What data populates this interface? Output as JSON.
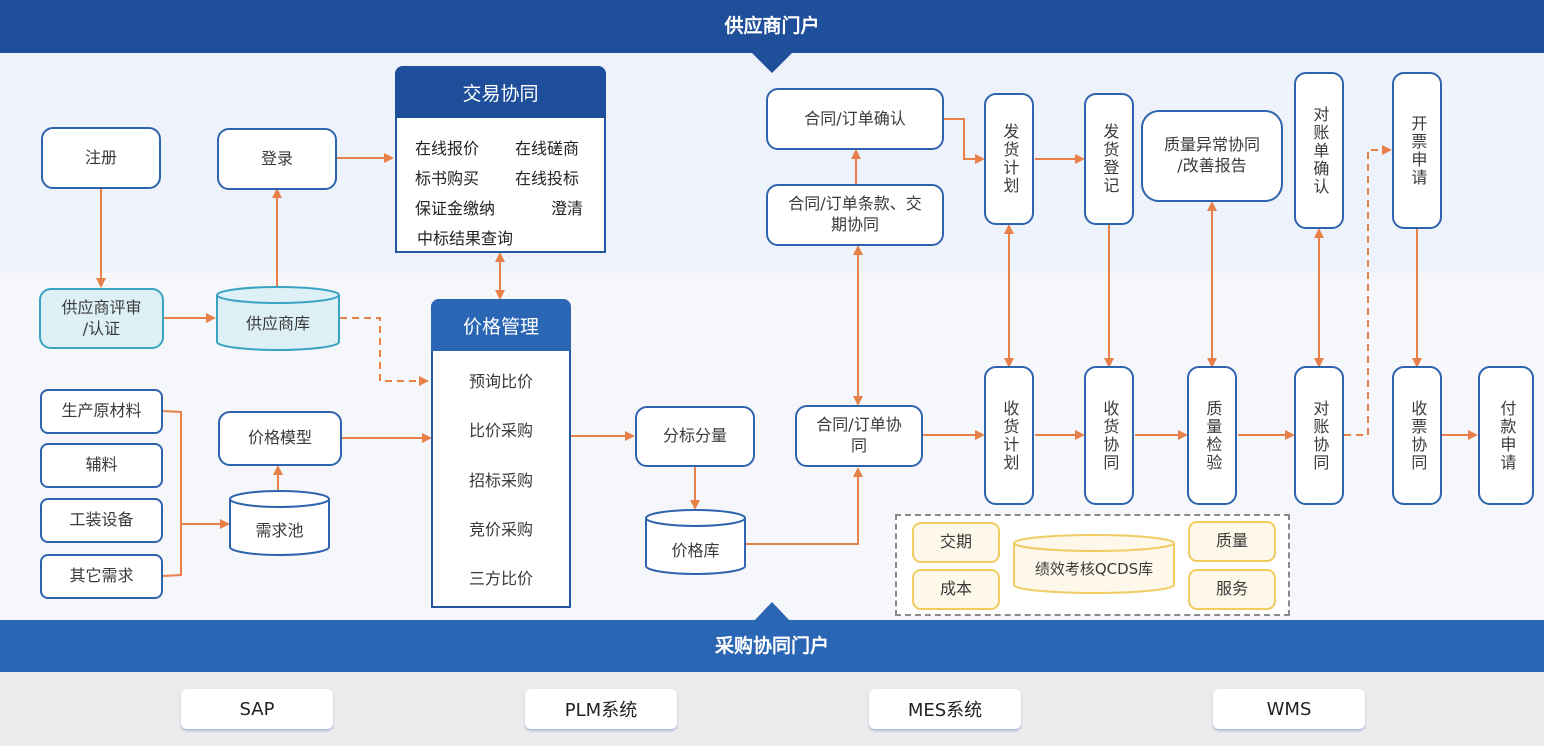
{
  "portals": {
    "supplier_portal": "供应商门户",
    "procurement_portal": "采购协同门户"
  },
  "colors": {
    "top_band": "#1f4f9b",
    "bottom_band": "#2a66b3",
    "box_border": "#2e63ad",
    "arrow": "#e8804a",
    "qcds_border": "#f0cc63",
    "review_fill": "#dcf0f6"
  },
  "supplier_onboarding": {
    "register": "注册",
    "login": "登录",
    "review_certify": "供应商评审\n/认证",
    "supplier_db": "供应商库"
  },
  "trade_collab": {
    "title": "交易协同",
    "items": [
      "在线报价",
      "在线磋商",
      "标书购买",
      "在线投标",
      "保证金缴纳",
      "澄清",
      "中标结果查询"
    ]
  },
  "demand_sources": [
    "生产原材料",
    "辅料",
    "工装设备",
    "其它需求"
  ],
  "price_model": "价格模型",
  "demand_pool": "需求池",
  "price_mgmt": {
    "title": "价格管理",
    "items": [
      "预询比价",
      "比价采购",
      "招标采购",
      "竞价采购",
      "三方比价"
    ]
  },
  "award_split": "分标分量",
  "price_db": "价格库",
  "contract": {
    "confirm": "合同/订单确认",
    "terms": "合同/订单条款、交\n期协同",
    "collab": "合同/订单协\n同"
  },
  "upper_flow": {
    "ship_plan": "发货计划",
    "ship_register": "发货登记",
    "quality_issue": "质量异常协同\n/改善报告",
    "statement_confirm": "对账单确认",
    "invoice_apply": "开票申请"
  },
  "lower_flow": {
    "receive_plan": "收货计划",
    "receive_collab": "收货协同",
    "quality_inspect": "质量检验",
    "statement_collab": "对账协同",
    "invoice_receive": "收票协同",
    "payment_apply": "付款申请"
  },
  "qcds": {
    "db": "绩效考核QCDS库",
    "delivery": "交期",
    "cost": "成本",
    "quality": "质量",
    "service": "服务"
  },
  "systems": [
    "SAP",
    "PLM系统",
    "MES系统",
    "WMS"
  ]
}
